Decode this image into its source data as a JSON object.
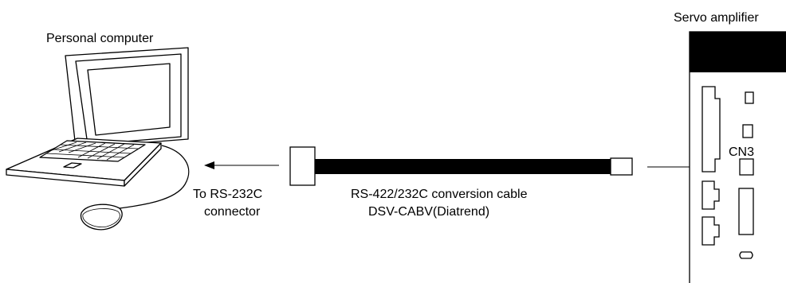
{
  "labels": {
    "personal_computer": "Personal computer",
    "servo_amplifier": "Servo amplifier",
    "to_connector_line1": "To RS-232C",
    "to_connector_line2": "connector",
    "cable_line1": "RS-422/232C conversion cable",
    "cable_line2": "DSV-CABV(Diatrend)",
    "cn3": "CN3"
  },
  "colors": {
    "line": "#000000",
    "background": "#ffffff",
    "cable": "#000000"
  }
}
